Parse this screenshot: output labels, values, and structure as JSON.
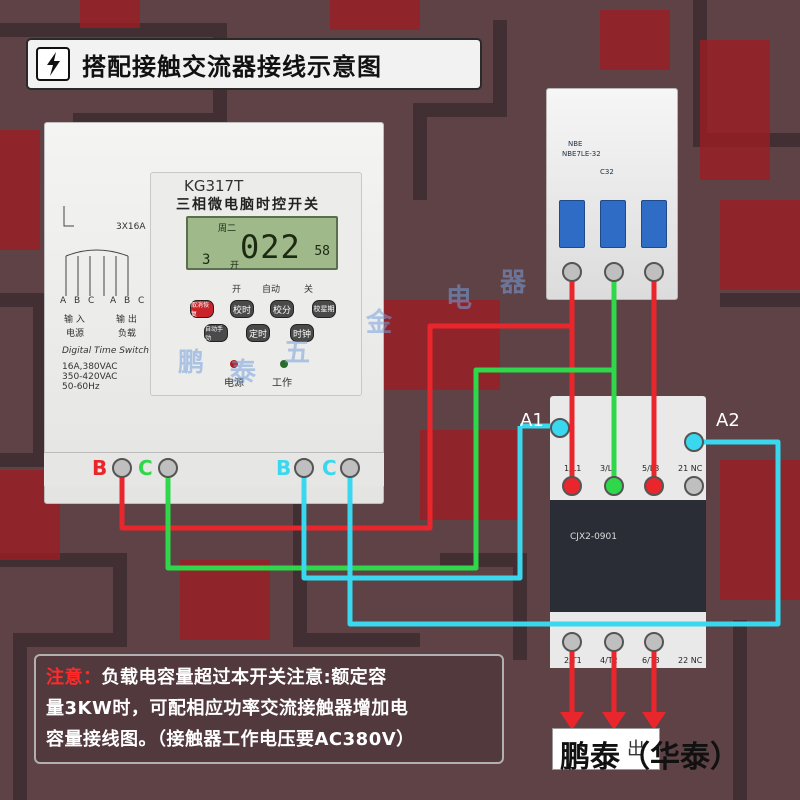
{
  "title": {
    "text": "搭配接触交流器接线示意图",
    "icon": "lightning-icon"
  },
  "timer": {
    "model": "KG317T",
    "name": "三相微电脑时控开关",
    "lcd": {
      "week": "周二",
      "time": "022",
      "seconds": "58",
      "program": "3",
      "state": "开"
    },
    "labels": {
      "on": "开",
      "auto": "自动",
      "off": "关",
      "power": "电源",
      "work": "工作"
    },
    "buttons": [
      "取消恢复",
      "校时",
      "校分",
      "校星期",
      "自动手动",
      "定时",
      "时钟"
    ],
    "spec_lines": [
      "Digital Time Switch",
      "16A,380VAC",
      "350-420VAC",
      "50-60Hz"
    ],
    "side_labels": {
      "rating": "3X16A",
      "input": "输 入",
      "output": "输 出",
      "power_src": "电源",
      "load": "负载"
    },
    "terminal_letters": {
      "in": [
        "A",
        "B",
        "C"
      ],
      "out": [
        "A",
        "B",
        "C"
      ]
    }
  },
  "terminals": {
    "B": "B",
    "C": "C"
  },
  "breaker": {
    "brand": "NBE",
    "model": "NBE7LE-32",
    "rating": "C32"
  },
  "contactor": {
    "model": "CJX2-0901",
    "top_terminals": [
      "1/L1",
      "3/L2",
      "5/L3",
      "21 NC"
    ],
    "bottom_terminals": [
      "2/T1",
      "4/T2",
      "6/T3",
      "22 NC"
    ],
    "a1": "A1",
    "a2": "A2"
  },
  "notice": {
    "prefix": "注意：",
    "line1": "负载电容量超过本开关注意:额定容",
    "line2": "量3KW时，可配相应功率交流接触器增加电",
    "line3": "容量接线图。（接触器工作电压要AC380V）"
  },
  "output_label": "出",
  "brand": "鹏泰（华泰）",
  "watermark": [
    "鹏",
    "泰",
    "五",
    "金",
    "电",
    "器"
  ],
  "colors": {
    "red_wire": "#e8262c",
    "green_wire": "#2fd84a",
    "cyan_wire": "#39d8ef",
    "background": "#5a3a3e"
  }
}
